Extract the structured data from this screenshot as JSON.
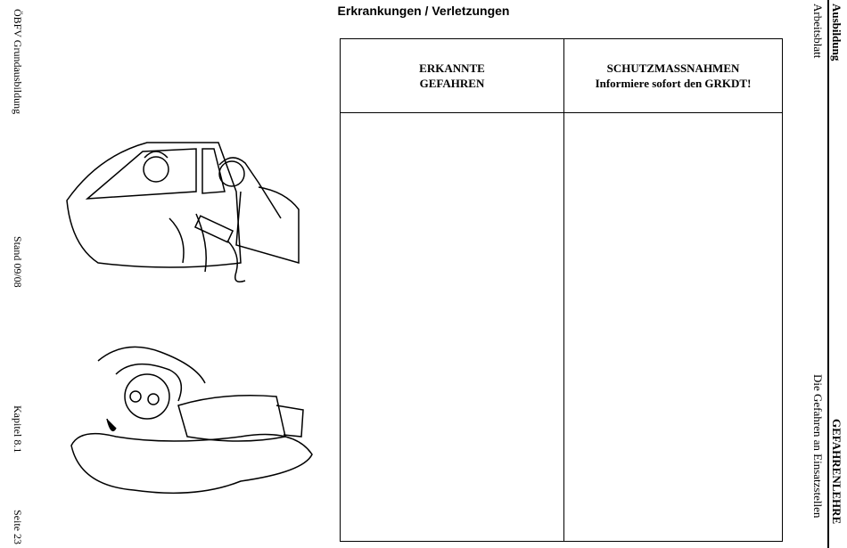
{
  "title": "Erkrankungen / Verletzungen",
  "left_margin": {
    "org": "ÖBFV Grundausbildung",
    "stand": "Stand 09/08",
    "chapter": "Kapitel 8.1",
    "page": "Seite 23"
  },
  "right_margin": {
    "section": "Ausbildung",
    "sheet_type": "Arbeitsblatt",
    "subject": "GEFAHRENLEHRE",
    "topic": "Die Gefahren an Einsatzstellen"
  },
  "table": {
    "col1_line1": "ERKANNTE",
    "col1_line2": "GEFAHREN",
    "col2_line1": "SCHUTZMASSNAHMEN",
    "col2_line2": "Informiere sofort den GRKDT!"
  }
}
